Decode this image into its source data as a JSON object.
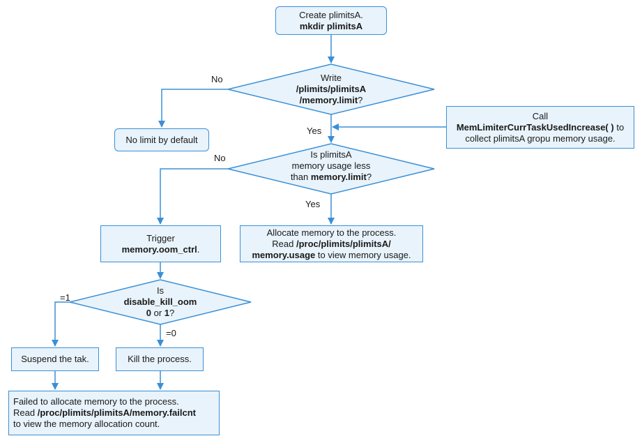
{
  "nodes": {
    "create": {
      "line1": "Create plimitsA.",
      "line2": "mkdir plimitsA"
    },
    "write_decision": {
      "line1": "Write",
      "line2": "/plimits/plimitsA",
      "line3": "/memory.limit",
      "line3_suffix": "?"
    },
    "no_limit": {
      "text": "No limit by default"
    },
    "call": {
      "line1": "Call",
      "line2": "MemLimiterCurrTaskUsedIncrease( )",
      "line2_suffix": " to",
      "line3": "collect plimitsA gropu memory usage."
    },
    "usage_decision": {
      "line1": "Is plimitsA",
      "line2": "memory usage less",
      "line3_prefix": "than ",
      "line3": "memory.limit",
      "line3_suffix": "?"
    },
    "trigger": {
      "line1": "Trigger",
      "line2": "memory.oom_ctrl",
      "line2_suffix": "."
    },
    "allocate": {
      "line1": "Allocate memory to the process.",
      "line2_prefix": "Read ",
      "line2": "/proc/plimits/plimitsA/",
      "line3": "memory.usage",
      "line3_suffix": " to view memory usage."
    },
    "oom_decision": {
      "line1": "Is",
      "line2": "disable_kill_oom",
      "line3_a": "0",
      "line3_or": " or ",
      "line3_b": "1",
      "line3_suffix": "?"
    },
    "suspend": {
      "text": "Suspend the tak."
    },
    "kill": {
      "text": "Kill the process."
    },
    "failed": {
      "line1": "Failed to allocate memory to the process.",
      "line2_prefix": "Read ",
      "line2": "/proc/plimits/plimitsA/memory.failcnt",
      "line3": "to view the memory allocation count."
    }
  },
  "edge_labels": {
    "write_no": "No",
    "write_yes": "Yes",
    "usage_no": "No",
    "usage_yes": "Yes",
    "oom_1": "=1",
    "oom_0": "=0"
  },
  "colors": {
    "fill": "#e8f3fb",
    "stroke": "#3a8fd6",
    "arrow": "#3a8fd6",
    "text": "#1a1a1a"
  }
}
